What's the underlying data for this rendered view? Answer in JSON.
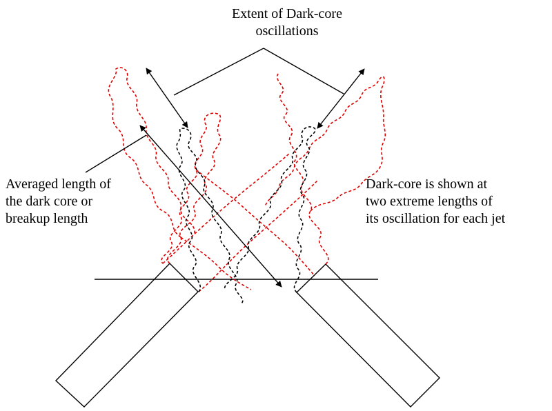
{
  "labels": {
    "extent": {
      "line1": "Extent of Dark-core",
      "line2": "oscillations"
    },
    "averaged": {
      "line1": "Averaged length of",
      "line2": "the dark core or",
      "line3": "breakup length"
    },
    "dark_core": {
      "line1": "Dark-core is shown at",
      "line2": "two extreme lengths of",
      "line3": "its oscillation for each jet"
    }
  },
  "colors": {
    "long_core_outline": "#e00000",
    "short_core_outline": "#000000",
    "lines": "#000000"
  }
}
